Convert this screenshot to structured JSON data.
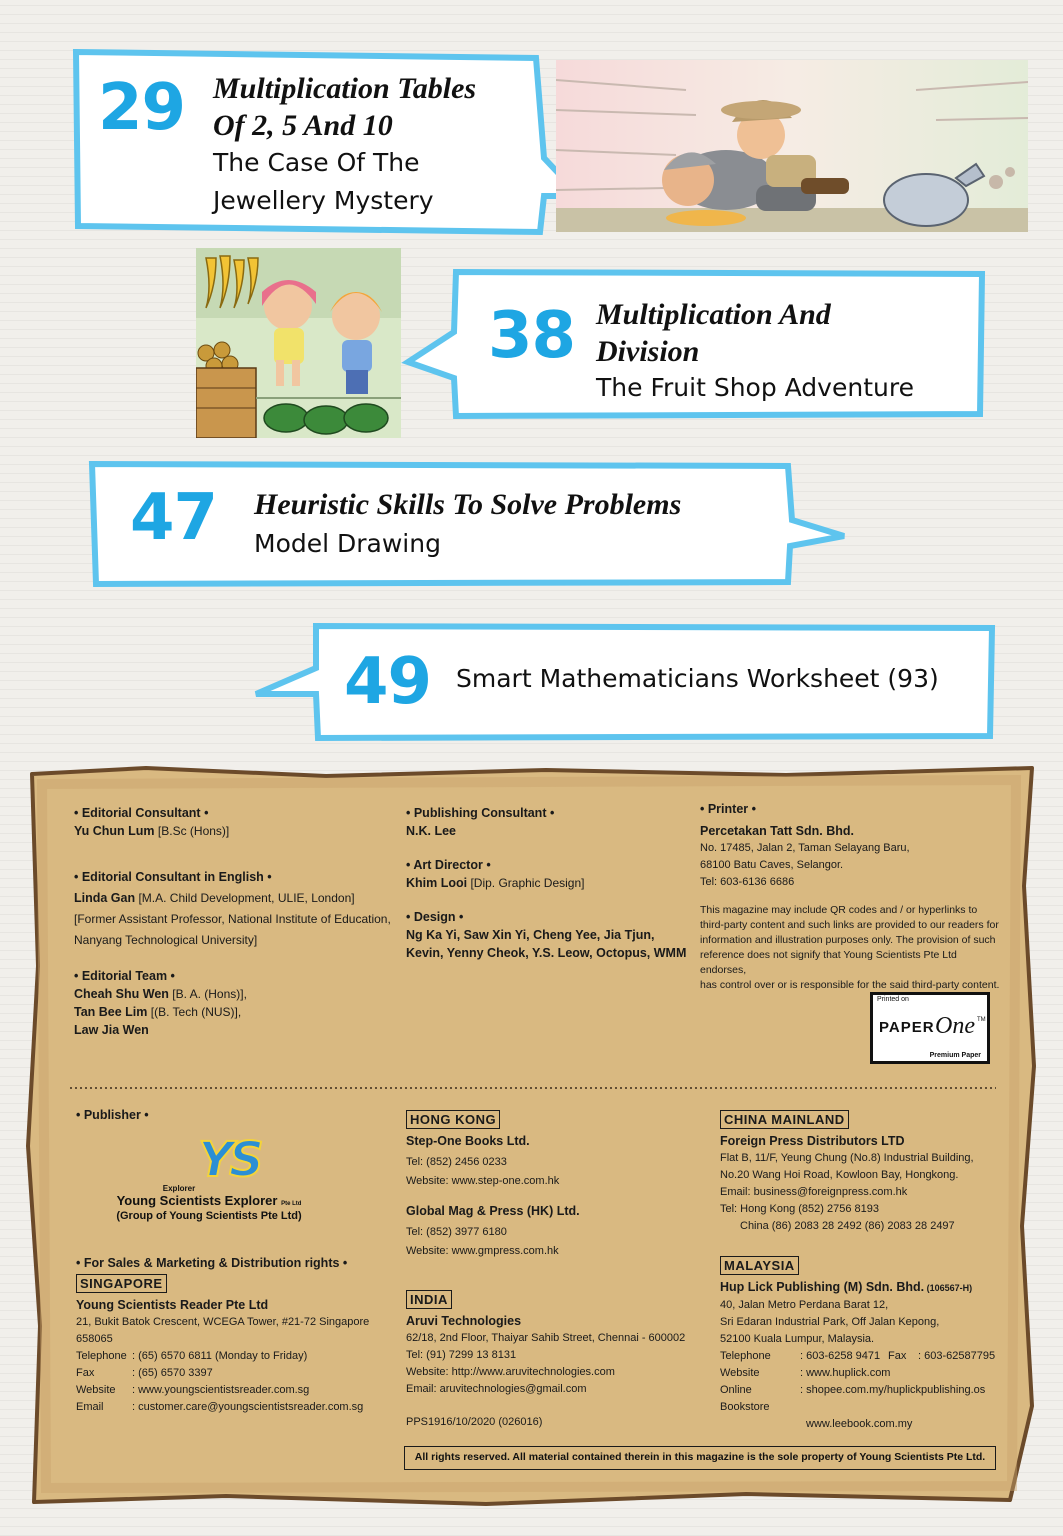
{
  "toc": [
    {
      "number": "29",
      "title_lines": [
        "Multiplication Tables",
        "Of 2, 5 And 10"
      ],
      "subtitle_lines": [
        "The Case Of The",
        "Jewellery Mystery"
      ]
    },
    {
      "number": "38",
      "title_lines": [
        "Multiplication And",
        "Division"
      ],
      "subtitle_lines": [
        "The Fruit Shop Adventure"
      ]
    },
    {
      "number": "47",
      "title_lines": [
        "Heuristic Skills To Solve Problems"
      ],
      "subtitle_lines": [
        "Model Drawing"
      ]
    },
    {
      "number": "49",
      "title_lines": [],
      "subtitle_lines": [
        "Smart Mathematicians Worksheet (93)"
      ]
    }
  ],
  "credits": {
    "editorial_consultant": {
      "heading": "• Editorial Consultant •",
      "name": "Yu Chun Lum",
      "detail": " [B.Sc (Hons)]"
    },
    "editorial_consultant_english": {
      "heading": "• Editorial Consultant in English •",
      "name": "Linda Gan",
      "detail": " [M.A. Child Development, ULIE, London]",
      "line2": "[Former Assistant Professor, National Institute of Education,",
      "line3": "Nanyang Technological University]"
    },
    "editorial_team": {
      "heading": "• Editorial Team •",
      "m1": "Cheah Shu Wen",
      "m1d": " [B. A. (Hons)],",
      "m2": "Tan Bee Lim",
      "m2d": " [(B. Tech (NUS)],",
      "m3": "Law Jia Wen"
    },
    "publishing_consultant": {
      "heading": "• Publishing Consultant •",
      "name": "N.K. Lee"
    },
    "art_director": {
      "heading": "• Art Director •",
      "name": "Khim Looi",
      "detail": " [Dip. Graphic Design]"
    },
    "design": {
      "heading": "• Design •",
      "line1": "Ng Ka Yi, Saw Xin Yi, Cheng Yee, Jia Tjun,",
      "line2": "Kevin, Yenny Cheok, Y.S. Leow, Octopus, WMM"
    },
    "printer": {
      "heading": "• Printer •",
      "name": "Percetakan Tatt Sdn. Bhd.",
      "a1": "No. 17485, Jalan 2, Taman Selayang Baru,",
      "a2": "68100 Batu Caves, Selangor.",
      "a3": "Tel: 603-6136 6686"
    },
    "disclaimer": [
      "This magazine may include QR codes and / or hyperlinks to",
      "third-party content and such links are provided to our readers for",
      "information and illustration purposes only. The provision of such",
      "reference does not signify that Young Scientists Pte Ltd endorses,",
      "has control over or is responsible for the said third-party content."
    ],
    "paperone": {
      "top": "Printed on",
      "brand": "PAPER",
      "brand2": "One",
      "tm": "TM",
      "bottom": "Premium Paper"
    }
  },
  "publisher": {
    "heading": "• Publisher •",
    "logo_letters": "YS",
    "logo_small": "Explorer",
    "name": "Young Scientists Explorer",
    "pte": "Pte Ltd",
    "group": "(Group of Young Scientists Pte Ltd)",
    "sales_heading": "• For Sales & Marketing & Distribution rights •"
  },
  "singapore": {
    "tag": "SINGAPORE",
    "name": "Young Scientists Reader Pte Ltd",
    "addr": "21, Bukit Batok Crescent, WCEGA Tower, #21-72 Singapore 658065",
    "rows": [
      [
        "Telephone",
        ": (65) 6570 6811 (Monday to Friday)"
      ],
      [
        "Fax",
        ": (65) 6570 3397"
      ],
      [
        "Website",
        ": www.youngscientistsreader.com.sg"
      ],
      [
        "Email",
        ": customer.care@youngscientistsreader.com.sg"
      ]
    ]
  },
  "hongkong": {
    "tag": "HONG KONG",
    "name1": "Step-One Books Ltd.",
    "tel1": "Tel: (852) 2456 0233",
    "web1": "Website: www.step-one.com.hk",
    "name2": "Global Mag & Press (HK) Ltd.",
    "tel2": "Tel: (852) 3977 6180",
    "web2": "Website: www.gmpress.com.hk"
  },
  "india": {
    "tag": "INDIA",
    "name": "Aruvi Technologies",
    "addr": "62/18, 2nd Floor, Thaiyar Sahib Street, Chennai - 600002",
    "tel": "Tel: (91) 7299 13 8131",
    "web": "Website: http://www.aruvitechnologies.com",
    "email": "Email: aruvitechnologies@gmail.com"
  },
  "pps": "PPS1916/10/2020 (026016)",
  "china": {
    "tag": "CHINA MAINLAND",
    "name": "Foreign Press Distributors LTD",
    "a1": "Flat B, 11/F, Yeung Chung (No.8) Industrial Building,",
    "a2": "No.20 Wang Hoi Road, Kowloon Bay, Hongkong.",
    "email": "Email: business@foreignpress.com.hk",
    "tel1": "Tel: Hong Kong (852) 2756 8193",
    "tel2": "China (86) 2083 28 2492    (86) 2083 28 2497"
  },
  "malaysia": {
    "tag": "MALAYSIA",
    "name": "Hup Lick Publishing (M) Sdn. Bhd.",
    "reg": " (106567-H)",
    "a1": "40, Jalan Metro Perdana Barat 12,",
    "a2": "Sri Edaran Industrial Park, Off Jalan Kepong,",
    "a3": "52100 Kuala Lumpur, Malaysia.",
    "tel_label": "Telephone",
    "tel": ": 603-6258 9471",
    "fax_label": "Fax",
    "fax": ": 603-62587795",
    "web_label": "Website",
    "web": ": www.huplick.com",
    "shop_label": "Online Bookstore",
    "shop1": ": shopee.com.my/huplickpublishing.os",
    "shop2": "www.leebook.com.my"
  },
  "rights": "All rights reserved. All material contained therein in this magazine is the sole property of Young Scientists Pte Ltd.",
  "colors": {
    "accent_blue": "#1ea6e3",
    "bubble_border": "#5ec4ee",
    "parchment": "#d9b981",
    "parchment_edge": "#6b4a2a"
  }
}
